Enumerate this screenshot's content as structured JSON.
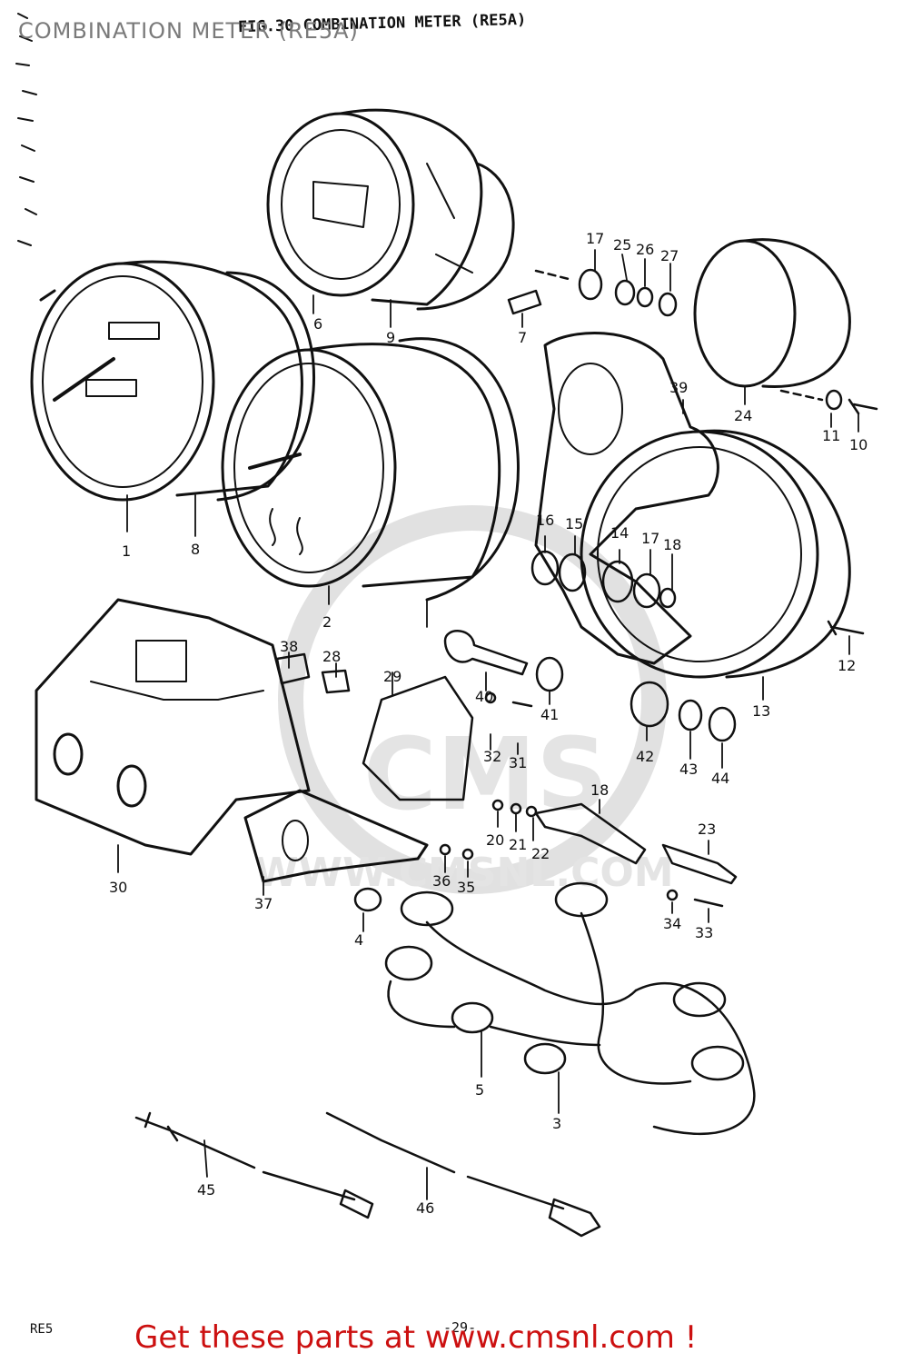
{
  "header": {
    "overlay_title": "COMBINATION METER (RE5A)",
    "printed_title": "FIG.30 COMBINATION METER (RE5A)"
  },
  "diagram": {
    "callouts": [
      "1",
      "2",
      "3",
      "4",
      "5",
      "6",
      "7",
      "8",
      "9",
      "10",
      "11",
      "12",
      "13",
      "14",
      "15",
      "16",
      "17",
      "17",
      "18",
      "18",
      "20",
      "21",
      "22",
      "23",
      "24",
      "25",
      "26",
      "27",
      "28",
      "29",
      "30",
      "31",
      "32",
      "33",
      "34",
      "35",
      "36",
      "37",
      "38",
      "39",
      "40",
      "41",
      "42",
      "43",
      "44",
      "45",
      "46"
    ],
    "watermark_text": "WWW.CMSNL.COM",
    "watermark_logo_text": "CMS"
  },
  "footer": {
    "model_code": "RE5",
    "page_number": "-29-",
    "cta": "Get these parts at www.cmsnl.com !"
  },
  "colors": {
    "line": "#111111",
    "cta_red": "#cc1010",
    "overlay_gray": "#7a7a7a",
    "watermark": "#d9d9d9"
  }
}
